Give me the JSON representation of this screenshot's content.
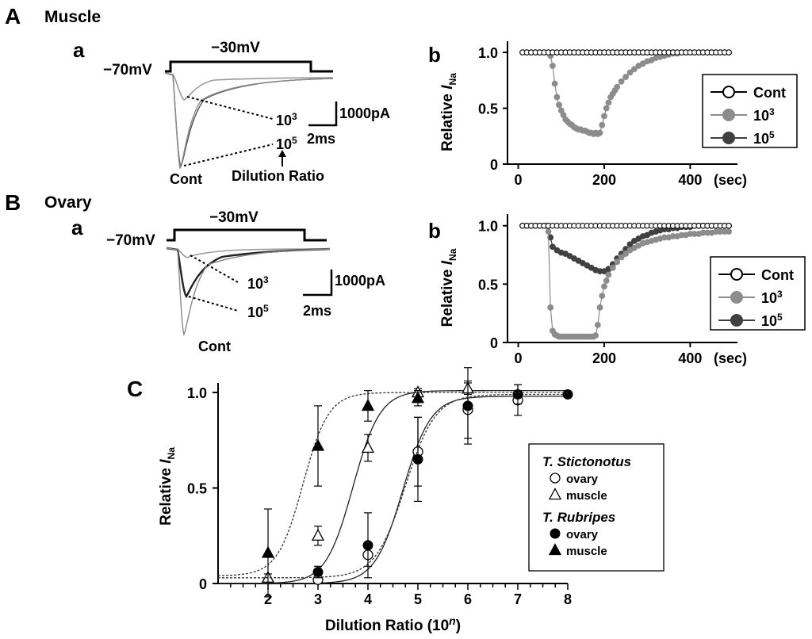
{
  "chart_data": [
    {
      "id": "A_a",
      "panel": "A",
      "subpanel": "a",
      "type": "line",
      "panel_title": "Muscle",
      "holding_label": "−70mV",
      "step_label": "−30mV",
      "traces": [
        {
          "name": "Cont",
          "peak_pA": -3300
        },
        {
          "name": "10",
          "exponent": "3",
          "peak_pA": -800
        },
        {
          "name": "10",
          "exponent": "5",
          "peak_pA": -3300
        }
      ],
      "scale_bar": {
        "current": "1000pA",
        "time": "2ms"
      },
      "annotation": "Dilution Ratio"
    },
    {
      "id": "A_b",
      "panel": "A",
      "subpanel": "b",
      "type": "scatter",
      "ylabel": "Relative ",
      "ylabel_italic": "I",
      "ylabel_sub": "Na",
      "x_unit": "(sec)",
      "xlim": [
        -25,
        510
      ],
      "ylim": [
        0,
        1.1
      ],
      "xticks": [
        0,
        200,
        400
      ],
      "yticks": [
        0,
        0.5,
        1.0
      ],
      "ytick_labels": [
        "0",
        "0.5",
        "1.0"
      ],
      "legend_position": "right",
      "series": [
        {
          "name": "Cont",
          "color": "#ffffff",
          "x": [
            10,
            20,
            30,
            40,
            50,
            60,
            70,
            80,
            90,
            100,
            110,
            120,
            130,
            140,
            150,
            160,
            170,
            180,
            190,
            200,
            210,
            220,
            230,
            240,
            250,
            260,
            270,
            280,
            290,
            300,
            310,
            320,
            330,
            340,
            350,
            360,
            370,
            380,
            390,
            400,
            410,
            420,
            430,
            440,
            450,
            460,
            470,
            480,
            490
          ],
          "y": [
            1,
            1,
            1,
            1,
            1,
            1,
            1,
            1,
            1,
            1,
            1,
            1,
            1,
            1,
            1,
            1,
            1,
            1,
            1,
            1,
            1,
            1,
            1,
            1,
            1,
            1,
            1,
            1,
            1,
            1,
            1,
            1,
            1,
            1,
            1,
            1,
            1,
            1,
            1,
            1,
            1,
            1,
            1,
            1,
            1,
            1,
            1,
            1,
            1
          ]
        },
        {
          "name": "10",
          "exponent": "3",
          "color": "#8c8c8c",
          "x": [
            10,
            20,
            30,
            40,
            50,
            60,
            70,
            75,
            80,
            85,
            90,
            95,
            100,
            105,
            110,
            115,
            120,
            125,
            130,
            135,
            140,
            145,
            150,
            155,
            160,
            165,
            170,
            175,
            180,
            185,
            190,
            195,
            200,
            205,
            210,
            215,
            220,
            225,
            230,
            240,
            250,
            260,
            270,
            280,
            290,
            300,
            310,
            320,
            330,
            340,
            350,
            360,
            370,
            380,
            390,
            400,
            410,
            420,
            430,
            440,
            450,
            460,
            470,
            480,
            490
          ],
          "y": [
            1,
            1,
            1,
            1,
            1,
            1,
            1,
            0.97,
            0.88,
            0.72,
            0.6,
            0.53,
            0.48,
            0.44,
            0.4,
            0.38,
            0.36,
            0.35,
            0.33,
            0.32,
            0.31,
            0.31,
            0.3,
            0.3,
            0.29,
            0.28,
            0.28,
            0.27,
            0.28,
            0.27,
            0.28,
            0.35,
            0.43,
            0.5,
            0.55,
            0.6,
            0.63,
            0.66,
            0.69,
            0.74,
            0.78,
            0.82,
            0.85,
            0.88,
            0.9,
            0.92,
            0.93,
            0.95,
            0.96,
            0.97,
            0.98,
            0.99,
            0.99,
            1,
            1,
            1,
            1,
            1,
            1,
            1,
            1,
            1,
            1,
            1,
            1
          ]
        },
        {
          "name": "10",
          "exponent": "5",
          "color": "#404040",
          "x": [
            10,
            20,
            30,
            40,
            50,
            60,
            70,
            80,
            90,
            100,
            110,
            120,
            130,
            140,
            150,
            160,
            170,
            180,
            190,
            200,
            210,
            220,
            230,
            240,
            250,
            260,
            270,
            280,
            290,
            300,
            310,
            320,
            330,
            340,
            350,
            360,
            370,
            380,
            390,
            400,
            410,
            420,
            430,
            440,
            450,
            460,
            470,
            480,
            490
          ],
          "y": [
            1,
            1,
            1,
            1,
            1,
            1,
            1,
            1,
            1,
            1,
            1,
            1,
            1,
            1,
            1,
            1,
            1,
            1,
            1,
            1,
            1,
            1,
            1,
            1,
            1,
            1,
            1,
            1,
            1,
            1,
            1,
            1,
            1,
            1,
            1,
            1,
            1,
            1,
            1,
            1,
            1,
            1,
            1,
            1,
            1,
            1,
            1,
            1,
            1
          ]
        }
      ]
    },
    {
      "id": "B_a",
      "panel": "B",
      "subpanel": "a",
      "type": "line",
      "panel_title": "Ovary",
      "holding_label": "−70mV",
      "step_label": "−30mV",
      "traces": [
        {
          "name": "Cont",
          "peak_pA": -2800
        },
        {
          "name": "10",
          "exponent": "3",
          "peak_pA": -300
        },
        {
          "name": "10",
          "exponent": "5",
          "peak_pA": -1700
        }
      ],
      "scale_bar": {
        "current": "1000pA",
        "time": "2ms"
      }
    },
    {
      "id": "B_b",
      "panel": "B",
      "subpanel": "b",
      "type": "scatter",
      "ylabel": "Relative ",
      "ylabel_italic": "I",
      "ylabel_sub": "Na",
      "x_unit": "(sec)",
      "xlim": [
        -25,
        510
      ],
      "ylim": [
        0,
        1.1
      ],
      "xticks": [
        0,
        200,
        400
      ],
      "yticks": [
        0,
        0.5,
        1.0
      ],
      "ytick_labels": [
        "0",
        "0.5",
        "1.0"
      ],
      "legend_position": "right",
      "series": [
        {
          "name": "Cont",
          "color": "#ffffff",
          "x": [
            10,
            20,
            30,
            40,
            50,
            60,
            70,
            80,
            90,
            100,
            110,
            120,
            130,
            140,
            150,
            160,
            170,
            180,
            190,
            200,
            210,
            220,
            230,
            240,
            250,
            260,
            270,
            280,
            290,
            300,
            310,
            320,
            330,
            340,
            350,
            360,
            370,
            380,
            390,
            400,
            410,
            420,
            430,
            440,
            450,
            460,
            470,
            480,
            490
          ],
          "y": [
            1,
            1,
            1,
            1,
            1,
            1,
            1,
            1,
            1,
            1,
            1,
            1,
            1,
            1,
            1,
            1,
            1,
            1,
            1,
            1,
            1,
            1,
            1,
            1,
            1,
            1,
            1,
            1,
            1,
            1,
            1,
            1,
            1,
            1,
            1,
            1,
            1,
            1,
            1,
            1,
            1,
            1,
            1,
            1,
            1,
            1,
            1,
            1,
            1
          ]
        },
        {
          "name": "10",
          "exponent": "3",
          "color": "#8c8c8c",
          "x": [
            10,
            20,
            30,
            40,
            50,
            60,
            65,
            70,
            75,
            80,
            85,
            90,
            95,
            100,
            105,
            110,
            115,
            120,
            125,
            130,
            135,
            140,
            145,
            150,
            155,
            160,
            165,
            170,
            175,
            180,
            185,
            190,
            195,
            200,
            205,
            210,
            220,
            230,
            240,
            250,
            260,
            270,
            280,
            290,
            300,
            310,
            320,
            330,
            340,
            350,
            360,
            370,
            380,
            390,
            400,
            410,
            420,
            430,
            440,
            450,
            460,
            470,
            480,
            490
          ],
          "y": [
            1,
            1,
            1,
            1,
            1,
            1,
            1,
            0.95,
            0.3,
            0.1,
            0.07,
            0.06,
            0.05,
            0.05,
            0.05,
            0.05,
            0.05,
            0.05,
            0.05,
            0.05,
            0.05,
            0.05,
            0.05,
            0.05,
            0.05,
            0.05,
            0.05,
            0.05,
            0.05,
            0.06,
            0.15,
            0.3,
            0.4,
            0.48,
            0.53,
            0.58,
            0.64,
            0.69,
            0.73,
            0.76,
            0.79,
            0.81,
            0.83,
            0.85,
            0.86,
            0.87,
            0.88,
            0.89,
            0.9,
            0.9,
            0.91,
            0.91,
            0.92,
            0.92,
            0.93,
            0.93,
            0.93,
            0.94,
            0.94,
            0.94,
            0.95,
            0.95,
            0.95,
            0.95
          ]
        },
        {
          "name": "10",
          "exponent": "5",
          "color": "#404040",
          "x": [
            10,
            20,
            30,
            40,
            50,
            60,
            70,
            75,
            80,
            90,
            100,
            110,
            120,
            130,
            140,
            150,
            160,
            170,
            180,
            190,
            200,
            210,
            220,
            230,
            240,
            250,
            260,
            270,
            280,
            290,
            300,
            310,
            320,
            330,
            340,
            350,
            360,
            370,
            380,
            390,
            400,
            410,
            420,
            430,
            440,
            450,
            460,
            470,
            480,
            490
          ],
          "y": [
            1,
            1,
            1,
            1,
            1,
            1,
            1,
            0.9,
            0.82,
            0.79,
            0.77,
            0.76,
            0.74,
            0.72,
            0.7,
            0.68,
            0.66,
            0.64,
            0.62,
            0.61,
            0.61,
            0.63,
            0.67,
            0.72,
            0.76,
            0.8,
            0.84,
            0.87,
            0.89,
            0.91,
            0.92,
            0.94,
            0.95,
            0.96,
            0.97,
            0.97,
            0.98,
            0.98,
            0.99,
            0.99,
            0.99,
            1,
            1,
            1,
            1,
            1,
            1,
            1,
            1,
            1
          ]
        }
      ]
    },
    {
      "id": "C",
      "panel": "C",
      "type": "scatter",
      "xlabel": "Dilution Ratio (10",
      "xlabel_italic": "n",
      "xlabel_close": ")",
      "ylabel": "Relative ",
      "ylabel_italic": "I",
      "ylabel_sub": "Na",
      "xlim": [
        1,
        8
      ],
      "ylim": [
        0,
        1.05
      ],
      "xticks": [
        2,
        3,
        4,
        5,
        6,
        7,
        8
      ],
      "yticks": [
        0,
        0.5,
        1.0
      ],
      "ytick_labels": [
        "0",
        "0.5",
        "1.0"
      ],
      "legend_position": "right",
      "legend": [
        {
          "group": "T. Stictonotus",
          "items": [
            {
              "label": "ovary",
              "marker": "open-circle"
            },
            {
              "label": "muscle",
              "marker": "open-triangle"
            }
          ]
        },
        {
          "group": "T. Rubripes",
          "items": [
            {
              "label": "ovary",
              "marker": "filled-circle"
            },
            {
              "label": "muscle",
              "marker": "filled-triangle"
            }
          ]
        }
      ],
      "series": [
        {
          "name": "T. Stictonotus ovary",
          "marker": "open-circle",
          "line": "solid",
          "x": [
            3,
            4,
            5,
            6,
            7
          ],
          "y": [
            0.02,
            0.15,
            0.69,
            0.91,
            0.96
          ],
          "err": [
            0.01,
            0.06,
            0.18,
            0.15,
            0.08
          ],
          "fit": {
            "ec50": 4.7,
            "slope": 1.55,
            "bottom": 0.0,
            "top": 0.98
          }
        },
        {
          "name": "T. Stictonotus muscle",
          "marker": "open-triangle",
          "line": "solid",
          "x": [
            2,
            3,
            4,
            5,
            6
          ],
          "y": [
            0.03,
            0.25,
            0.71,
            1.0,
            1.02
          ],
          "err": [
            0.02,
            0.05,
            0.07,
            0.02,
            0.03
          ],
          "fit": {
            "ec50": 3.7,
            "slope": 1.6,
            "bottom": 0.0,
            "top": 1.01
          }
        },
        {
          "name": "T. Rubripes ovary",
          "marker": "filled-circle",
          "line": "dotted",
          "x": [
            3,
            4,
            5,
            6,
            7,
            8
          ],
          "y": [
            0.06,
            0.2,
            0.65,
            0.93,
            0.99,
            0.99
          ],
          "err": [
            0.03,
            0.17,
            0.22,
            0.2,
            0.05,
            0.0
          ],
          "fit": {
            "ec50": 4.75,
            "slope": 1.45,
            "bottom": 0.03,
            "top": 0.99
          }
        },
        {
          "name": "T. Rubripes muscle",
          "marker": "filled-triangle",
          "line": "dotted",
          "x": [
            2,
            3,
            4,
            5
          ],
          "y": [
            0.16,
            0.72,
            0.93,
            0.97
          ],
          "err": [
            0.23,
            0.21,
            0.08,
            0.04
          ],
          "fit": {
            "ec50": 2.7,
            "slope": 1.7,
            "bottom": 0.04,
            "top": 1.0
          }
        }
      ]
    }
  ]
}
